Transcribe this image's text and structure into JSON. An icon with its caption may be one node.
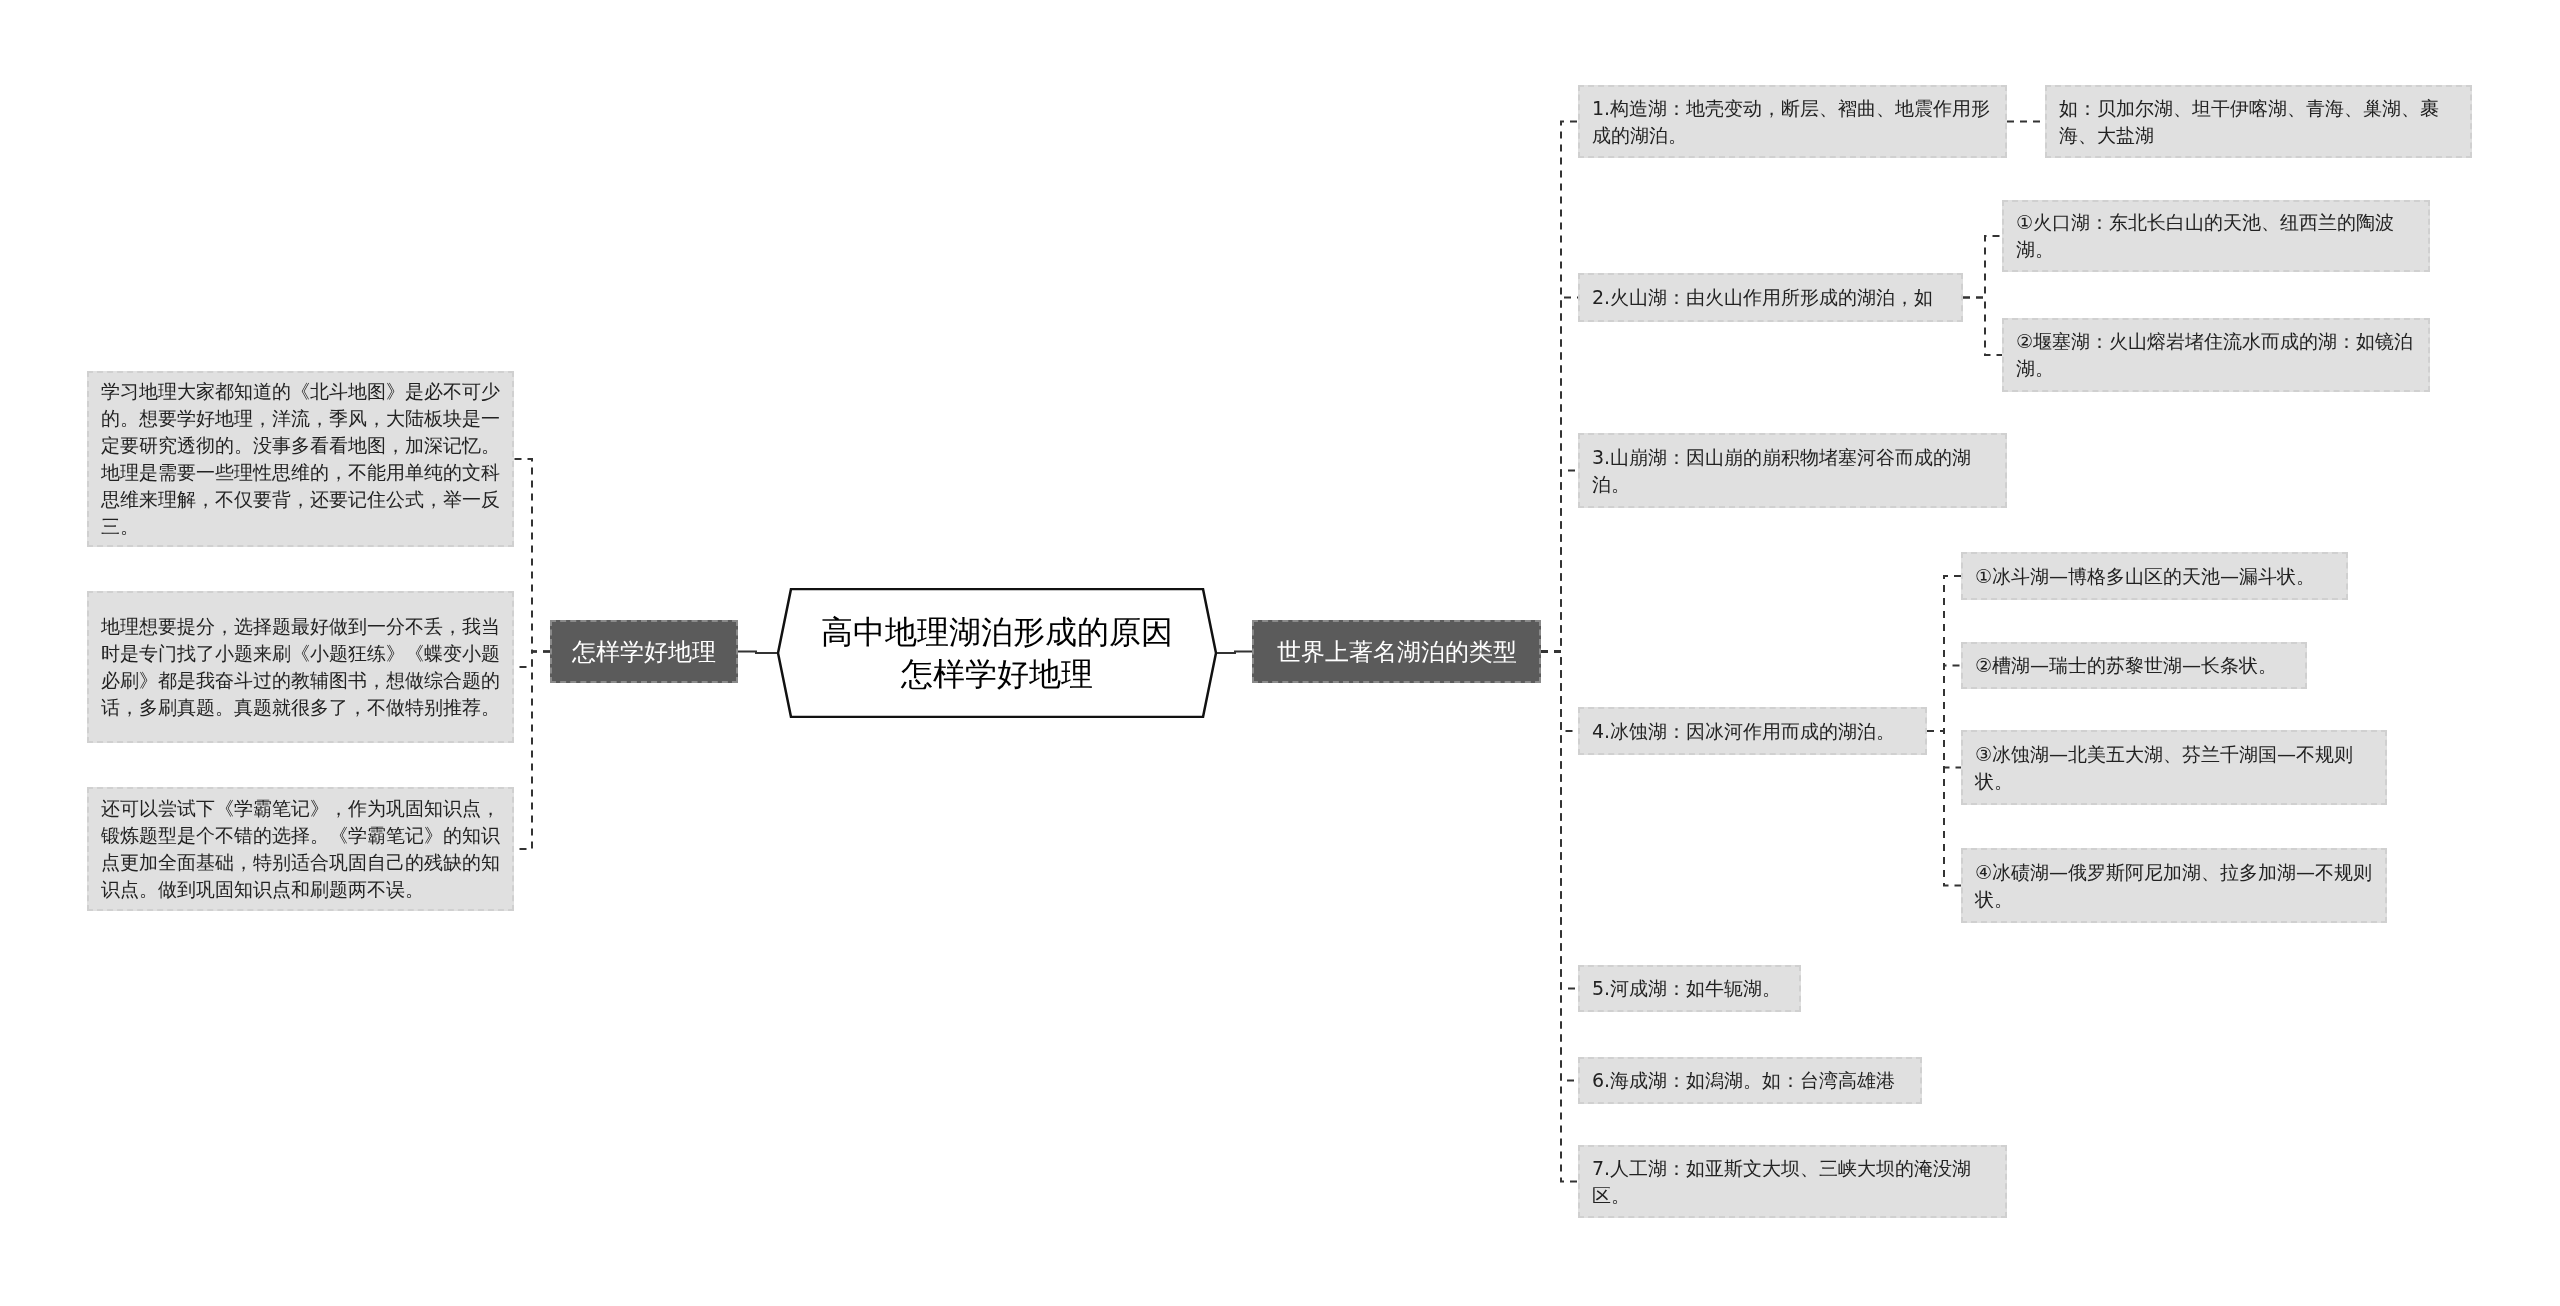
{
  "diagram": {
    "nodes": [
      {
        "text": [
          "高中地理湖泊形成的原因怎样学好地理"
        ]
      },
      {
        "text": [
          "怎样学好地理"
        ]
      },
      {
        "text": [
          "学习地理大家都知道的《北斗地图》是必不可少的。想要学好地理，洋流，季风，大陆板块是一定要研究透彻的。没事多看看地图，加深记忆。地理是需要一些理性思维的，不能用单纯的文科思维来理解，不仅要背，还要记住公式，举一反三。"
        ]
      },
      {
        "text": [
          "地理想要提分，选择题最好做到一分不丢，我当时是专门找了小题来刷《小题狂练》《蝶变小题必刷》都是我奋斗过的教辅图书，想做综合题的话，多刷真题。真题就很多了，不做特别推荐。"
        ]
      },
      {
        "text": [
          "还可以尝试下《学霸笔记》，作为巩固知识点，锻炼题型是个不错的选择。《学霸笔记》的知识点更加全面基础，特别适合巩固自己的残缺的知识点。做到巩固知识点和刷题两不误。"
        ]
      },
      {
        "text": [
          "世界上著名湖泊的类型"
        ]
      },
      {
        "text": [
          "1.构造湖：地壳变动，断层、褶曲、地震作用形成的湖泊。"
        ]
      },
      {
        "text": [
          "如：贝加尔湖、坦干伊喀湖、青海、巢湖、裹海、大盐湖"
        ]
      },
      {
        "text": [
          "2.火山湖：由火山作用所形成的湖泊，如"
        ]
      },
      {
        "text": [
          "①火口湖：东北长白山的天池、纽西兰的陶波湖。"
        ]
      },
      {
        "text": [
          "②堰塞湖：火山熔岩堵住流水而成的湖：如镜泊湖。"
        ]
      },
      {
        "text": [
          "3.山崩湖：因山崩的崩积物堵塞河谷而成的湖泊。"
        ]
      },
      {
        "text": [
          "4.冰蚀湖：因冰河作用而成的湖泊。"
        ]
      },
      {
        "text": [
          "①冰斗湖—博格多山区的天池—漏斗状。"
        ]
      },
      {
        "text": [
          "②槽湖—瑞士的苏黎世湖—长条状。"
        ]
      },
      {
        "text": [
          "③冰蚀湖—北美五大湖、芬兰千湖国—不规则状。"
        ]
      },
      {
        "text": [
          "④冰碛湖—俄罗斯阿尼加湖、拉多加湖—不规则状。"
        ]
      },
      {
        "text": [
          "5.河成湖：如牛轭湖。"
        ]
      },
      {
        "text": [
          "6.海成湖：如潟湖。如：台湾高雄港"
        ]
      },
      {
        "text": [
          "7.人工湖：如亚斯文大坝、三峡大坝的淹没湖区。"
        ]
      }
    ],
    "edges": [
      {
        "from": 0,
        "to": 1,
        "arrow": "none"
      },
      {
        "from": 1,
        "to": 2,
        "arrow": "none",
        "style": "dashed"
      },
      {
        "from": 1,
        "to": 3,
        "arrow": "none",
        "style": "dashed"
      },
      {
        "from": 1,
        "to": 4,
        "arrow": "none",
        "style": "dashed"
      },
      {
        "from": 0,
        "to": 5,
        "arrow": "none"
      },
      {
        "from": 5,
        "to": 6,
        "arrow": "none",
        "style": "dashed"
      },
      {
        "from": 6,
        "to": 7,
        "arrow": "none",
        "style": "dashed"
      },
      {
        "from": 5,
        "to": 8,
        "arrow": "none",
        "style": "dashed"
      },
      {
        "from": 8,
        "to": 9,
        "arrow": "none",
        "style": "dashed"
      },
      {
        "from": 8,
        "to": 10,
        "arrow": "none",
        "style": "dashed"
      },
      {
        "from": 5,
        "to": 11,
        "arrow": "none",
        "style": "dashed"
      },
      {
        "from": 5,
        "to": 12,
        "arrow": "none",
        "style": "dashed"
      },
      {
        "from": 12,
        "to": 13,
        "arrow": "none",
        "style": "dashed"
      },
      {
        "from": 12,
        "to": 14,
        "arrow": "none",
        "style": "dashed"
      },
      {
        "from": 12,
        "to": 15,
        "arrow": "none",
        "style": "dashed"
      },
      {
        "from": 12,
        "to": 16,
        "arrow": "none",
        "style": "dashed"
      },
      {
        "from": 5,
        "to": 17,
        "arrow": "none",
        "style": "dashed"
      },
      {
        "from": 5,
        "to": 18,
        "arrow": "none",
        "style": "dashed"
      },
      {
        "from": 5,
        "to": 19,
        "arrow": "none",
        "style": "dashed"
      }
    ]
  }
}
